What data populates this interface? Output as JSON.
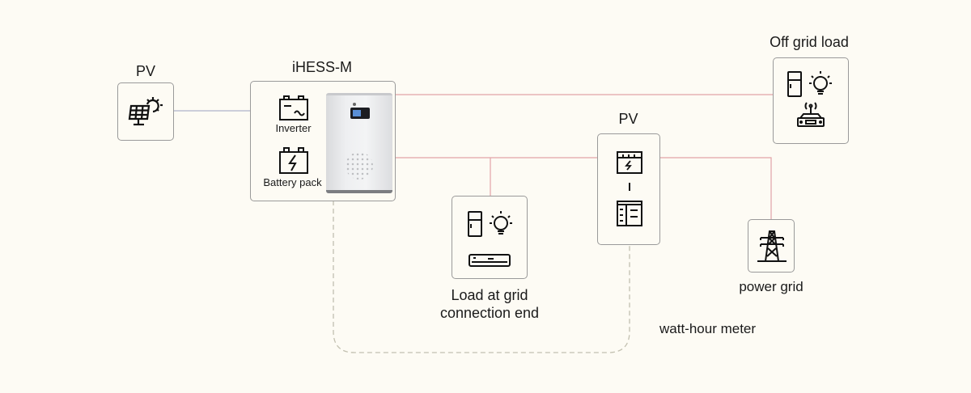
{
  "diagram": {
    "pv_left": {
      "label": "PV",
      "icon": "solar-panel-icon"
    },
    "ihess": {
      "label": "iHESS-M",
      "inverter_label": "Inverter",
      "battery_label": "Battery pack",
      "icons": [
        "inverter-icon",
        "battery-icon",
        "ihess-unit-image"
      ]
    },
    "off_grid_load": {
      "label": "Off grid load",
      "icons": [
        "refrigerator-icon",
        "light-bulb-icon",
        "router-icon"
      ]
    },
    "pv_right": {
      "label": "PV",
      "icons": [
        "pv-inverter-icon",
        "meter-box-icon"
      ]
    },
    "grid_load": {
      "label_line1": "Load at grid",
      "label_line2": "connection end",
      "icons": [
        "refrigerator-icon",
        "light-bulb-icon",
        "air-conditioner-icon"
      ]
    },
    "power_grid": {
      "label": "power grid",
      "icon": "transmission-tower-icon"
    },
    "meter": {
      "label": "watt-hour meter"
    },
    "colors": {
      "ac_line": "#e2a2a8",
      "dc_line": "#9aa0c0",
      "comm_line": "#c9c7b8",
      "box_border": "#9a9a9a",
      "background": "#fdfbf4"
    }
  }
}
